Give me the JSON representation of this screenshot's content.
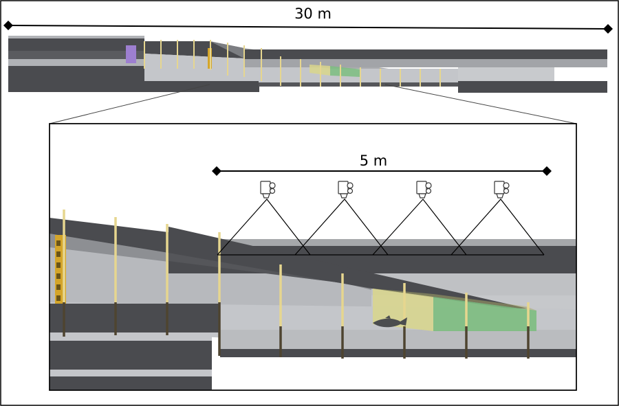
{
  "figure": {
    "overview_scale_label": "30 m",
    "detail_scale_label": "5 m",
    "colors": {
      "wall_dark": "#4a4b4f",
      "wall_mid": "#8d8f93",
      "wall_light": "#c4c6ca",
      "floor_light": "#b7b9bd",
      "post": "#e6d68f",
      "post_dark": "#4e4430",
      "zone_yellow": "#d9d68c",
      "zone_green": "#7dbd80",
      "gate_purple": "#9d7fd0",
      "gate_yellow": "#d4a52a",
      "fish": "#4b4d4f"
    },
    "cameras": {
      "count": 4,
      "icon": "video-camera-icon"
    },
    "fish_icon": "fish-icon"
  }
}
